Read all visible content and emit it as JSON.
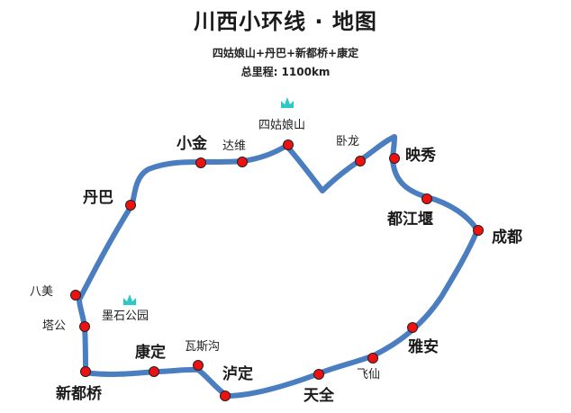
{
  "header": {
    "title": "川西小环线 · 地图",
    "subtitle": "四姑娘山+丹巴+新都桥+康定",
    "distance": "总里程: 1100km"
  },
  "colors": {
    "route": "#4a7ec0",
    "stop": "#ee1111",
    "stop_outline": "#222222",
    "mountain_icon": "#2cc9c4"
  },
  "stops": [
    {
      "name": "小金",
      "type": "major"
    },
    {
      "name": "达维",
      "type": "minor"
    },
    {
      "name": "四姑娘山",
      "type": "minor"
    },
    {
      "name": "卧龙",
      "type": "minor"
    },
    {
      "name": "映秀",
      "type": "major"
    },
    {
      "name": "都江堰",
      "type": "major"
    },
    {
      "name": "成都",
      "type": "major"
    },
    {
      "name": "雅安",
      "type": "major"
    },
    {
      "name": "飞仙",
      "type": "minor"
    },
    {
      "name": "天全",
      "type": "major"
    },
    {
      "name": "泸定",
      "type": "major"
    },
    {
      "name": "瓦斯沟",
      "type": "minor"
    },
    {
      "name": "康定",
      "type": "major"
    },
    {
      "name": "新都桥",
      "type": "major"
    },
    {
      "name": "塔公",
      "type": "minor"
    },
    {
      "name": "八美",
      "type": "minor"
    },
    {
      "name": "丹巴",
      "type": "major"
    }
  ],
  "landmarks": [
    {
      "name": "四姑娘山",
      "icon": "mountain-icon"
    },
    {
      "name": "墨石公园",
      "icon": "mountain-icon"
    }
  ]
}
